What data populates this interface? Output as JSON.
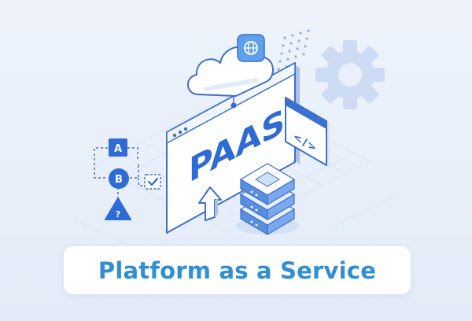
{
  "illustration": {
    "main_label": "PAAS",
    "code_symbol": "</>",
    "flow_nodes": [
      "A",
      "B",
      "?"
    ],
    "icons": [
      "cloud-icon",
      "globe-icon",
      "gear-icon",
      "code-icon",
      "server-stack-icon",
      "upload-arrow-icon",
      "checkmark-icon",
      "dot-grid-icon"
    ]
  },
  "caption": "Platform as a Service",
  "colors": {
    "brand_blue": "#2e6bd6",
    "caption_blue": "#2e8fd6",
    "background": "#eef3fb",
    "gear": "#cddcf4"
  }
}
